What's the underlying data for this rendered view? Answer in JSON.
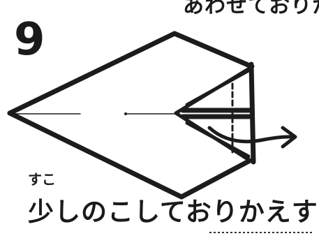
{
  "step": {
    "number": "9"
  },
  "caption_top": "あわせておりかえす",
  "caption": {
    "furigana": "すこ",
    "text": "少しのこしておりかえす"
  }
}
